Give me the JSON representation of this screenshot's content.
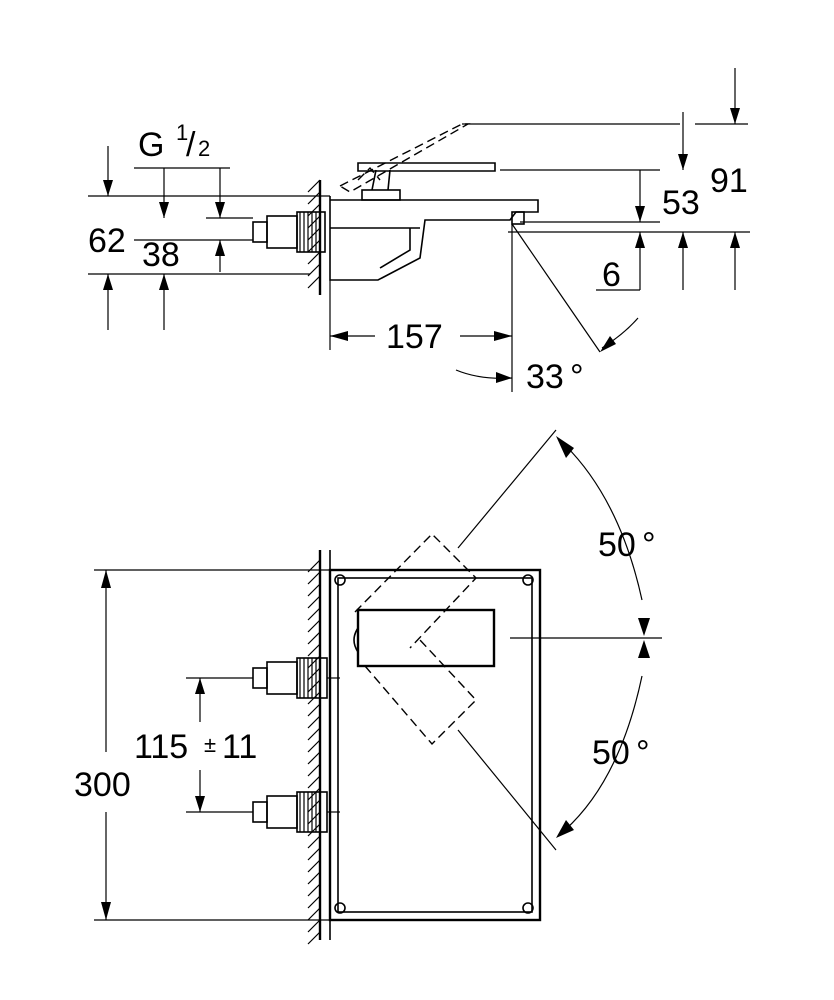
{
  "top_view": {
    "thread_label": {
      "prefix": "G",
      "num": "1",
      "slash": "/",
      "den": "2"
    },
    "dims": {
      "height_total": "62",
      "height_inlet": "38",
      "length": "157",
      "angle": "33",
      "angle_unit": "°",
      "spout_height": "6",
      "lever_height": "53",
      "lever_open_height": "91"
    }
  },
  "front_view": {
    "dims": {
      "height": "300",
      "inlet_spacing": "115",
      "tolerance_sign": "±",
      "tolerance": "11",
      "rotation_upper": "50",
      "rotation_lower": "50",
      "deg": "°"
    }
  }
}
